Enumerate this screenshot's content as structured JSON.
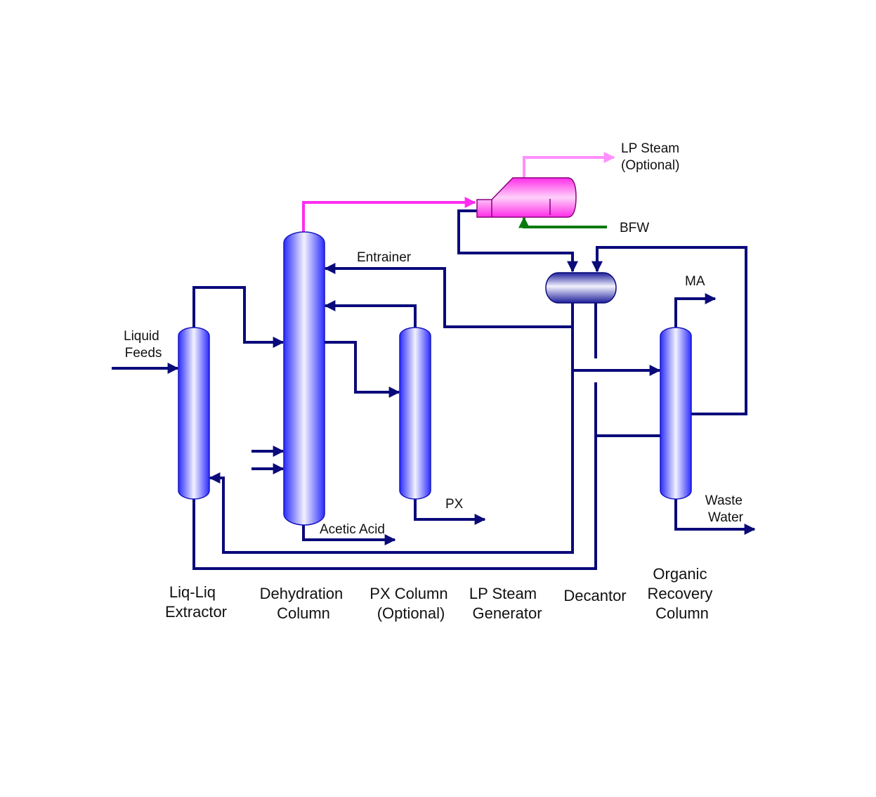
{
  "stream_labels": {
    "liquid_feeds": [
      "Liquid",
      "Feeds"
    ],
    "entrainer": "Entrainer",
    "lp_steam_out": [
      "LP Steam",
      "(Optional)"
    ],
    "bfw": "BFW",
    "ma": "MA",
    "px": "PX",
    "acetic_acid": "Acetic Acid",
    "waste_water": [
      "Waste",
      "Water"
    ]
  },
  "equipment_captions": {
    "extractor": [
      "Liq-Liq",
      "Extractor"
    ],
    "dehydration": [
      "Dehydration",
      "Column"
    ],
    "px_column": [
      "PX Column",
      "(Optional)"
    ],
    "steam_generator": [
      "LP Steam",
      "Generator"
    ],
    "decantor": [
      "Decantor"
    ],
    "organic_recovery": [
      "Organic",
      "Recovery",
      "Column"
    ]
  },
  "colors": {
    "process_line": "#0a0a7a",
    "vapor_line": "#ff2df0",
    "steam_line": "#ff90ff",
    "bfw_line": "#0a7a10",
    "vessel_edge": "#3030ff",
    "vessel_light": "#f0f0ff",
    "steam_gen_fill": "#ff55f0"
  }
}
